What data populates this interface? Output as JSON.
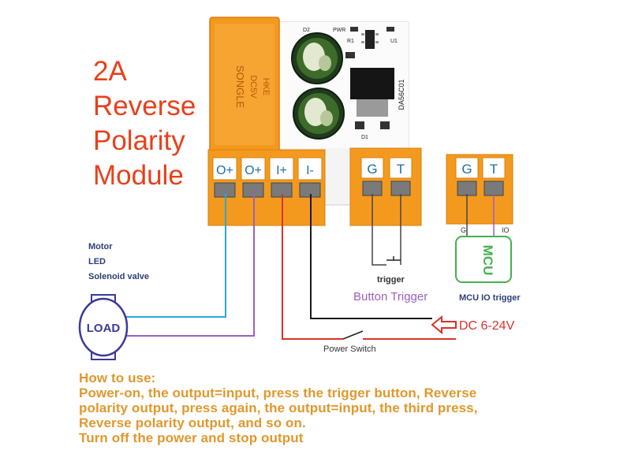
{
  "title": {
    "line1": "2A",
    "line2": "Reverse",
    "line3": "Polarity",
    "line4": "Module"
  },
  "board": {
    "relay_text_1": "SONGLE",
    "relay_text_2": "DC5V",
    "relay_text_3": "HKE",
    "board_code": "DA56C01",
    "silk_d2": "D2",
    "silk_pwr": "PWR",
    "silk_r1": "R1",
    "silk_u1": "U1",
    "silk_d1": "D1"
  },
  "terminals": {
    "left": [
      "O+",
      "O+",
      "I+",
      "I-"
    ],
    "button": [
      "G",
      "T"
    ],
    "mcu": [
      "G",
      "T"
    ]
  },
  "load_types": [
    "Motor",
    "LED",
    "Solenoid valve"
  ],
  "load_label": "LOAD",
  "trigger_label": "trigger",
  "button_trigger_label": "Button Trigger",
  "mcu_label": "MCU",
  "mcu_pin_g": "G",
  "mcu_pin_io": "IO",
  "mcu_trigger_label": "MCU IO trigger",
  "dc_label": "DC 6-24V",
  "power_switch_label": "Power Switch",
  "how_to_use": [
    "How to use:",
    "Power-on, the output=input, press the trigger button, Reverse",
    "polarity output, press again, the output=input, the third press,",
    "Reverse polarity output, and so on.",
    "Turn off the power and stop output"
  ],
  "colors": {
    "title": "#e8401c",
    "terminal": "#f39a1e",
    "wire_cyan": "#29a8d8",
    "wire_purple": "#9b5fc0",
    "wire_red": "#d8322a",
    "wire_black": "#1a1a1a",
    "mcu_green": "#44b24c",
    "how_to": "#e0982c"
  }
}
